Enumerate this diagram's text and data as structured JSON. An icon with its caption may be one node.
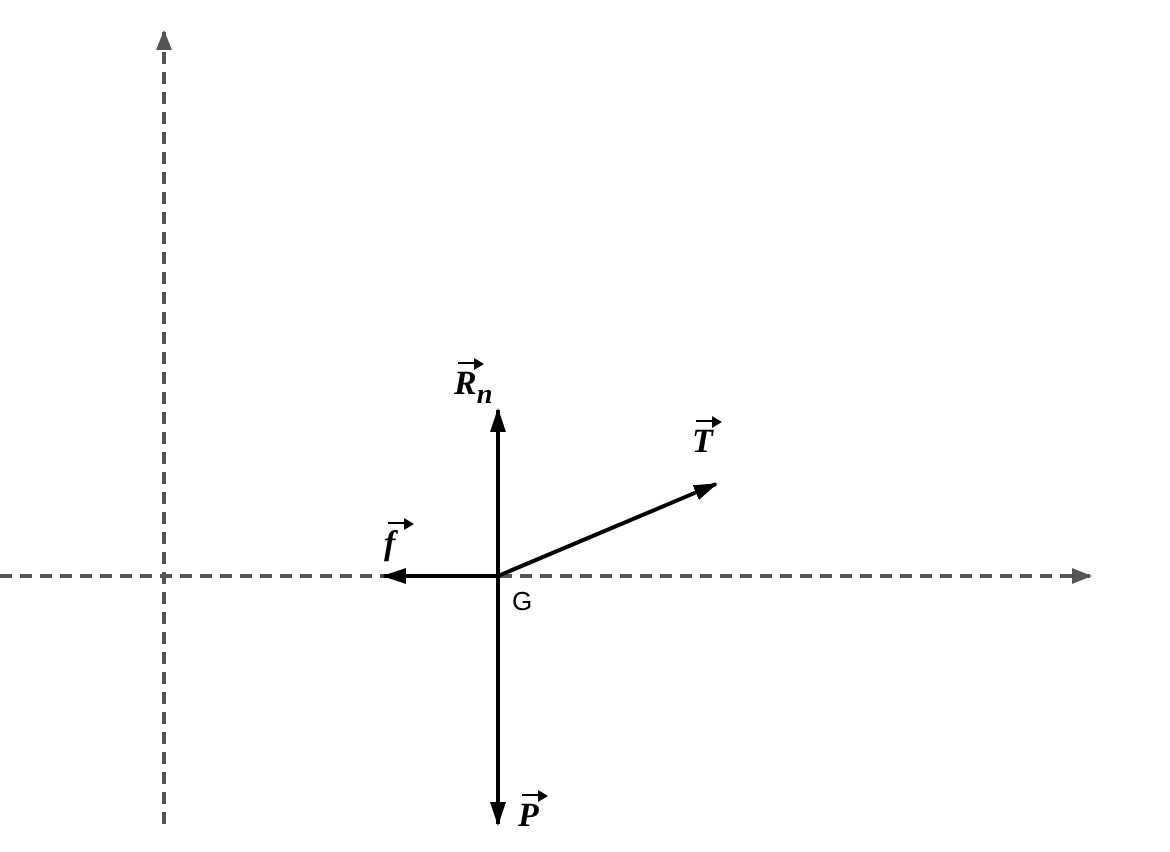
{
  "diagram": {
    "labels": [
      "R$_{n}$",
      "T",
      "f",
      "G",
      "P"
    ]
  }
}
